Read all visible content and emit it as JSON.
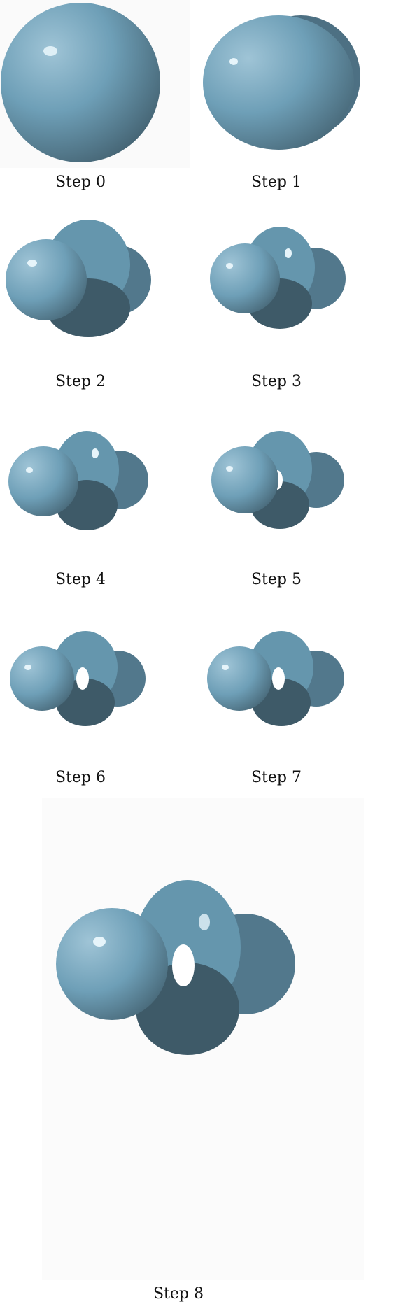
{
  "figure": {
    "colors": {
      "surface": "#6e9fb7",
      "highlight": "#e6f4fa",
      "shadow": "#3e5a68",
      "dark": "#2f4652",
      "panel_bg": "#fbfbfb"
    },
    "steps": [
      {
        "label": "Step 0",
        "shape": "sphere"
      },
      {
        "label": "Step 1",
        "shape": "bulge"
      },
      {
        "label": "Step 2",
        "shape": "lobes"
      },
      {
        "label": "Step 3",
        "shape": "lobes"
      },
      {
        "label": "Step 4",
        "shape": "lobes"
      },
      {
        "label": "Step 5",
        "shape": "lobes-hole"
      },
      {
        "label": "Step 6",
        "shape": "lobes-hole"
      },
      {
        "label": "Step 7",
        "shape": "lobes-hole"
      },
      {
        "label": "Step 8",
        "shape": "lobes-hole"
      }
    ]
  }
}
